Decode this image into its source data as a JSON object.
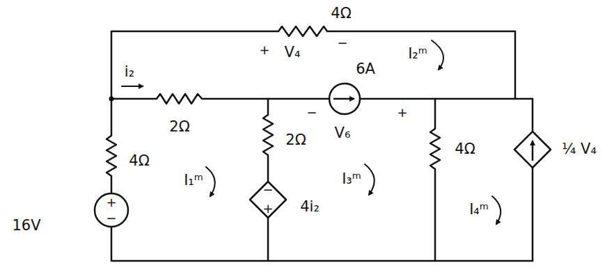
{
  "diagram": {
    "labels": [
      "4Ω",
      "+",
      "V₄",
      "−",
      "I₂ᵐ",
      "i₂",
      "2Ω",
      "6A",
      "−",
      "V₆",
      "+",
      "2Ω",
      "4Ω",
      "I₁ᵐ",
      "I₃ᵐ",
      "4Ω",
      "I₄ᵐ",
      "¼ V₄",
      "16V",
      "+",
      "−",
      "−",
      "+",
      "4i₂"
    ]
  }
}
